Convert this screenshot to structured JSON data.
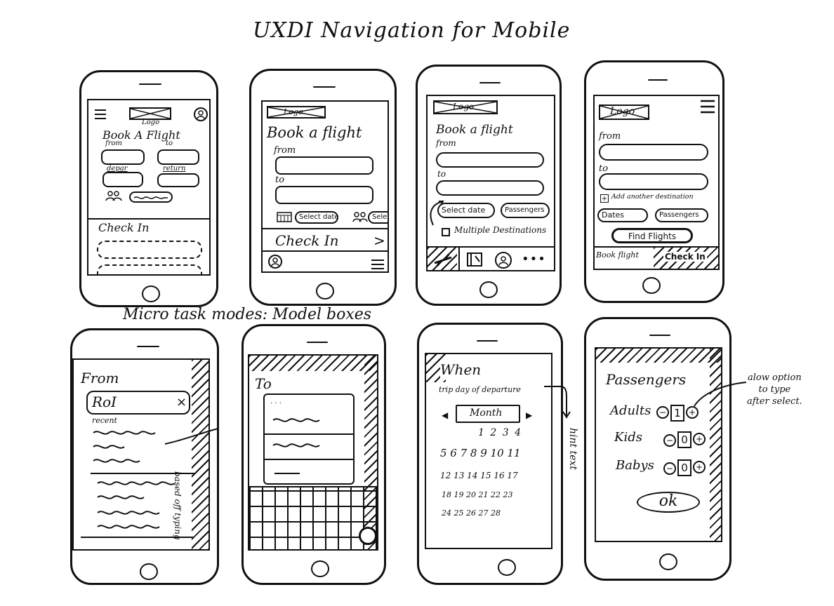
{
  "title": "UXDI  Navigation for Mobile",
  "caption": "Micro task modes: Model boxes",
  "phone1": {
    "logo": "Logo",
    "heading": "Book A Flight",
    "from": "from",
    "to": "to",
    "depart": "depar",
    "return": "return",
    "checkin": "Check In"
  },
  "phone2": {
    "logo": "Logo",
    "heading": "Book a flight",
    "from": "from",
    "to": "to",
    "select_date": "Select date",
    "select": "Select",
    "checkin": "Check In",
    "arrow": ">"
  },
  "phone3": {
    "logo": "Logo",
    "heading": "Book a flight",
    "from": "from",
    "to": "to",
    "select_date": "Select date",
    "select_pass": "Passengers",
    "multiple": "Multiple Destinations",
    "more": "•••"
  },
  "phone4": {
    "logo": "Logo",
    "from": "from",
    "to": "to",
    "add_dest": "Add another destination",
    "dates": "Dates",
    "passengers": "Passengers",
    "find": "Find Flights",
    "book": "Book flight",
    "checkin": "Check In"
  },
  "phone5": {
    "heading": "From",
    "input": "RoI",
    "recent": "recent",
    "side_note": "based off typing"
  },
  "phone6": {
    "heading": "To",
    "dots": ". . ."
  },
  "phone7": {
    "heading": "When",
    "sub": "trip day of departure",
    "month": "Month",
    "row1": "1 2 3 4",
    "row2": "5 6 7 8 9 10 11",
    "row3": "12 13 14 15 16 17",
    "row4": "18 19 20 21 22 23",
    "row5": "24 25 26 27 28",
    "side_note": "hint text"
  },
  "phone8": {
    "heading": "Passengers",
    "adults": "Adults",
    "kids": "Kids",
    "babys": "Babys",
    "adults_val": "1",
    "kids_val": "0",
    "babys_val": "0",
    "ok": "ok",
    "note_line1": "alow option",
    "note_line2": "to type",
    "note_line3": "after select."
  }
}
